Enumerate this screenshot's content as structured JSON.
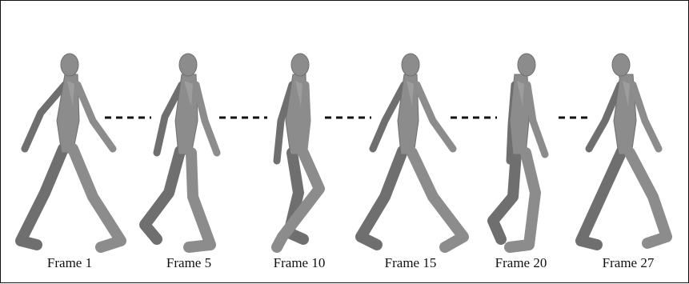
{
  "frames": [
    {
      "label": "Frame 1"
    },
    {
      "label": "Frame 5"
    },
    {
      "label": "Frame 10"
    },
    {
      "label": "Frame 15"
    },
    {
      "label": "Frame 20"
    },
    {
      "label": "Frame 27"
    }
  ],
  "colors": {
    "figure_fill": "#8c8c8c",
    "figure_shade": "#6f6f6f",
    "figure_highlight": "#a9a9a9",
    "dash": "#111111",
    "border": "#111111"
  },
  "icons": {
    "figure": "walking-mannequin-icon",
    "separator": "dashed-separator"
  }
}
